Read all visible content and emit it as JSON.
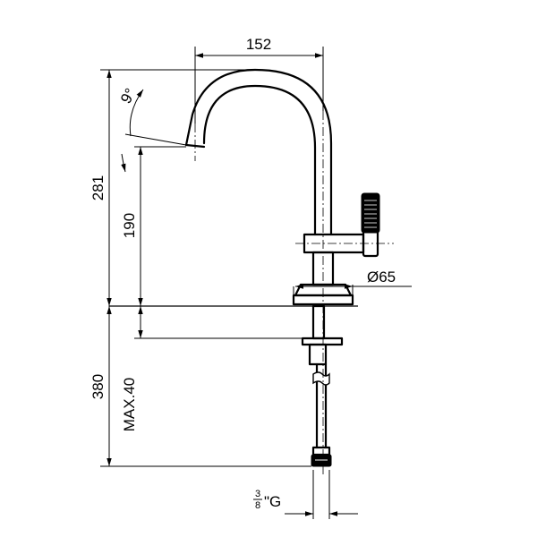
{
  "dimensions": {
    "spout_reach": "152",
    "total_height": "281",
    "spout_height": "190",
    "spout_angle": "9°",
    "base_diameter": "Ø65",
    "shank_length": "380",
    "max_counter_thickness": "MAX.40",
    "thread_fraction_top": "3",
    "thread_fraction_bottom": "8",
    "thread_suffix": "\"G"
  }
}
